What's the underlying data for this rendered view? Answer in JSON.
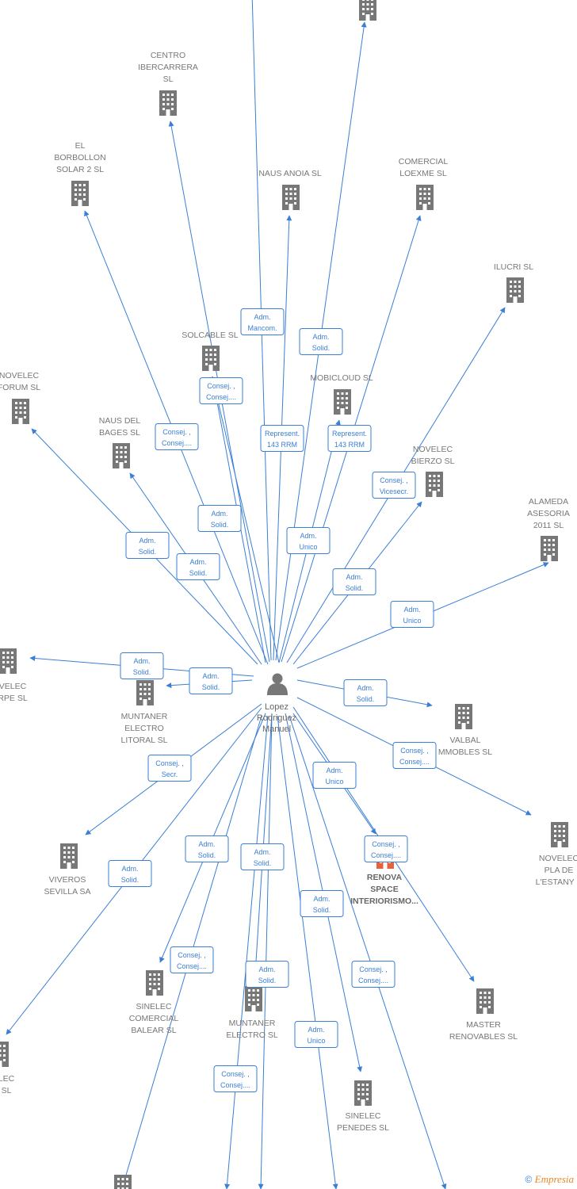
{
  "colors": {
    "edge": "#3a7fd5",
    "node_icon": "#777777",
    "highlight_icon": "#e8603c",
    "label_text": "#777777"
  },
  "center": {
    "label": [
      "Lopez",
      "Rodriguez",
      "Manuel"
    ],
    "icon": "person-icon"
  },
  "nodes": [
    {
      "id": "top-left-offscreen",
      "label": []
    },
    {
      "id": "top-right-offscreen",
      "label": []
    },
    {
      "id": "centro-ibercarrera",
      "label": [
        "CENTRO",
        "IBERCARRERA",
        "SL"
      ]
    },
    {
      "id": "el-borbollon",
      "label": [
        "EL",
        "BORBOLLON",
        "SOLAR 2 SL"
      ]
    },
    {
      "id": "naus-anoia",
      "label": [
        "NAUS ANOIA SL"
      ]
    },
    {
      "id": "comercial-loexme",
      "label": [
        "COMERCIAL",
        "LOEXME SL"
      ]
    },
    {
      "id": "ilucri",
      "label": [
        "ILUCRI SL"
      ]
    },
    {
      "id": "solcable",
      "label": [
        "SOLCABLE SL"
      ]
    },
    {
      "id": "mobicloud",
      "label": [
        "MOBICLOUD SL"
      ]
    },
    {
      "id": "novelec-forum",
      "label": [
        "NOVELEC",
        "FORUM  SL"
      ]
    },
    {
      "id": "naus-del-bages",
      "label": [
        "NAUS DEL",
        "BAGES SL"
      ]
    },
    {
      "id": "novelec-bierzo",
      "label": [
        "NOVELEC",
        "BIERZO  SL"
      ]
    },
    {
      "id": "alameda-asesoria",
      "label": [
        "ALAMEDA",
        "ASESORIA",
        "2011 SL"
      ]
    },
    {
      "id": "novelec-arpe",
      "label": [
        "VELEC",
        "RPE  SL"
      ]
    },
    {
      "id": "muntaner-electro-litoral",
      "label": [
        "MUNTANER",
        "ELECTRO",
        "LITORAL SL"
      ]
    },
    {
      "id": "valbal-immobles",
      "label": [
        "VALBAL",
        "MMOBLES  SL"
      ]
    },
    {
      "id": "novelec-pla-estany",
      "label": [
        "NOVELEC",
        "PLA DE",
        "L'ESTANY  S"
      ]
    },
    {
      "id": "renova-space",
      "label": [
        "RENOVA",
        "SPACE",
        "INTERIORISMO..."
      ],
      "highlight": true
    },
    {
      "id": "viveros-sevilla",
      "label": [
        "VIVEROS",
        "SEVILLA SA"
      ]
    },
    {
      "id": "sinelec-comercial-balear",
      "label": [
        "SINELEC",
        "COMERCIAL",
        "BALEAR  SL"
      ]
    },
    {
      "id": "muntaner-electro",
      "label": [
        "MUNTANER",
        "ELECTRO SL"
      ]
    },
    {
      "id": "master-renovables",
      "label": [
        "MASTER",
        "RENOVABLES SL"
      ]
    },
    {
      "id": "novelec-left-bottom",
      "label": [
        "LEC",
        "SL"
      ]
    },
    {
      "id": "sinelec-penedes",
      "label": [
        "SINELEC",
        "PENEDES  SL"
      ]
    },
    {
      "id": "bottom-offscreen-1",
      "label": []
    },
    {
      "id": "bottom-offscreen-2",
      "label": []
    },
    {
      "id": "bottom-offscreen-3",
      "label": []
    },
    {
      "id": "bottom-offscreen-4",
      "label": []
    },
    {
      "id": "bottom-offscreen-5",
      "label": []
    }
  ],
  "edges": [
    {
      "to": "top-left-offscreen",
      "label": []
    },
    {
      "to": "top-right-offscreen",
      "label": [
        "Adm.",
        "Solid."
      ]
    },
    {
      "to": "centro-ibercarrera",
      "label": [
        "Adm.",
        "Solid."
      ]
    },
    {
      "to": "el-borbollon",
      "label": [
        "Consej. ,",
        "Consej...."
      ]
    },
    {
      "to": "naus-anoia",
      "label": [
        "Adm.",
        "Mancom."
      ]
    },
    {
      "to": "comercial-loexme",
      "label": [
        "Represent.",
        "143 RRM"
      ]
    },
    {
      "to": "ilucri",
      "label": [
        "Consej. ,",
        "Vicesecr."
      ]
    },
    {
      "to": "solcable",
      "label": [
        "Consej. ,",
        "Consej...."
      ]
    },
    {
      "to": "solcable",
      "label": [
        "Represent.",
        "143 RRM"
      ]
    },
    {
      "to": "mobicloud",
      "label": [
        "Adm.",
        "Unico"
      ]
    },
    {
      "to": "novelec-forum",
      "label": [
        "Adm.",
        "Solid."
      ]
    },
    {
      "to": "naus-del-bages",
      "label": [
        "Adm.",
        "Solid."
      ]
    },
    {
      "to": "novelec-bierzo",
      "label": [
        "Adm.",
        "Solid."
      ]
    },
    {
      "to": "alameda-asesoria",
      "label": [
        "Adm.",
        "Unico"
      ]
    },
    {
      "to": "novelec-arpe",
      "label": [
        "Adm.",
        "Solid."
      ]
    },
    {
      "to": "muntaner-electro-litoral",
      "label": [
        "Adm.",
        "Solid."
      ]
    },
    {
      "to": "valbal-immobles",
      "label": [
        "Adm.",
        "Solid."
      ]
    },
    {
      "to": "novelec-pla-estany",
      "label": [
        "Consej. ,",
        "Consej...."
      ]
    },
    {
      "to": "renova-space",
      "label": [
        "Adm.",
        "Unico"
      ]
    },
    {
      "to": "viveros-sevilla",
      "label": [
        "Consej. ,",
        "Secr."
      ]
    },
    {
      "to": "novelec-left-bottom",
      "label": [
        "Adm.",
        "Solid."
      ]
    },
    {
      "to": "sinelec-comercial-balear",
      "label": [
        "Adm.",
        "Solid."
      ]
    },
    {
      "to": "muntaner-electro",
      "label": [
        "Adm.",
        "Solid."
      ]
    },
    {
      "to": "master-renovables",
      "label": [
        "Consej. ,",
        "Consej...."
      ]
    },
    {
      "to": "sinelec-penedes",
      "label": [
        "Adm.",
        "Solid."
      ]
    },
    {
      "to": "bottom-offscreen-1",
      "label": [
        "Consej. ,",
        "Consej...."
      ]
    },
    {
      "to": "bottom-offscreen-2",
      "label": [
        "Consej. ,",
        "Consej...."
      ]
    },
    {
      "to": "bottom-offscreen-3",
      "label": [
        "Adm.",
        "Solid."
      ]
    },
    {
      "to": "bottom-offscreen-4",
      "label": [
        "Adm.",
        "Unico"
      ]
    },
    {
      "to": "bottom-offscreen-5",
      "label": [
        "Consej. ,",
        "Consej...."
      ]
    }
  ],
  "footer": {
    "copyright": "©",
    "brand": "Empresia"
  }
}
